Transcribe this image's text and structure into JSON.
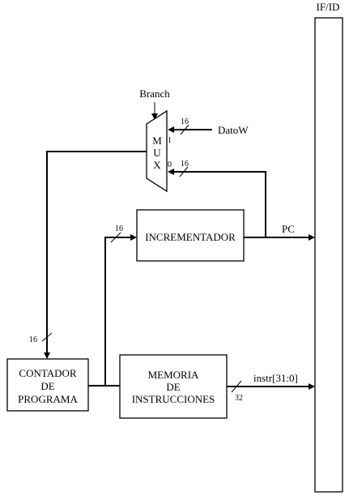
{
  "pipeline_register": {
    "label": "IF/ID"
  },
  "mux": {
    "letters": [
      "M",
      "U",
      "X"
    ],
    "input_1": "1",
    "input_0": "0"
  },
  "signals": {
    "branch": "Branch",
    "datow": "DatoW",
    "pc": "PC",
    "instr": "instr[31:0]"
  },
  "widths": {
    "datow": "16",
    "mux_in0": "16",
    "inc_in": "16",
    "pc_in": "16",
    "instr": "32"
  },
  "blocks": {
    "incrementador": "INCREMENTADOR",
    "contador": [
      "CONTADOR",
      "DE",
      "PROGRAMA"
    ],
    "memoria": [
      "MEMORIA",
      "DE",
      "INSTRUCCIONES"
    ]
  }
}
